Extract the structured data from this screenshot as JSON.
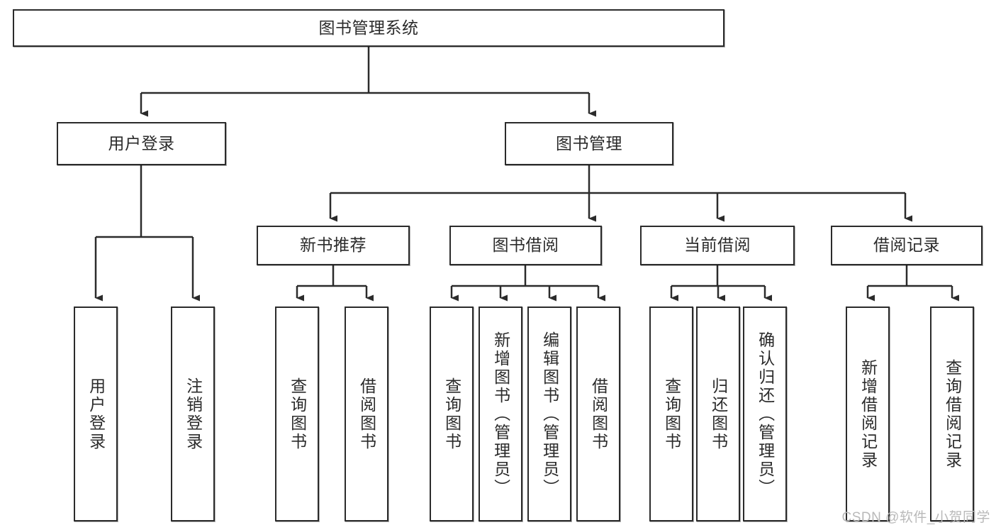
{
  "diagram": {
    "type": "tree-hierarchy",
    "title": "图书管理系统",
    "watermark": "CSDN @软件_小贺同学",
    "colors": {
      "box_border": "#2b2b2b",
      "box_fill": "#ffffff",
      "text": "#2b2b2b",
      "edge": "#2b2b2b",
      "watermark": "#b9b9b9",
      "background": "#ffffff"
    },
    "nodes": {
      "root": {
        "label": "图书管理系统",
        "level": 1,
        "orientation": "horizontal"
      },
      "l2": [
        {
          "id": "user-login",
          "label": "用户登录",
          "level": 2,
          "orientation": "horizontal"
        },
        {
          "id": "book-manage",
          "label": "图书管理",
          "level": 2,
          "orientation": "horizontal"
        }
      ],
      "l3": [
        {
          "id": "new-book-rec",
          "label": "新书推荐",
          "level": 3,
          "orientation": "horizontal",
          "parent": "book-manage"
        },
        {
          "id": "book-borrow",
          "label": "图书借阅",
          "level": 3,
          "orientation": "horizontal",
          "parent": "book-manage"
        },
        {
          "id": "current-borrow",
          "label": "当前借阅",
          "level": 3,
          "orientation": "horizontal",
          "parent": "book-manage"
        },
        {
          "id": "borrow-record",
          "label": "借阅记录",
          "level": 3,
          "orientation": "horizontal",
          "parent": "book-manage"
        }
      ],
      "leaves": [
        {
          "id": "leaf-user-login",
          "label": "用户登录",
          "parent": "user-login",
          "orientation": "vertical"
        },
        {
          "id": "leaf-logout",
          "label": "注销登录",
          "parent": "user-login",
          "orientation": "vertical"
        },
        {
          "id": "leaf-query-book-1",
          "label": "查询图书",
          "parent": "new-book-rec",
          "orientation": "vertical"
        },
        {
          "id": "leaf-borrow-book-1",
          "label": "借阅图书",
          "parent": "new-book-rec",
          "orientation": "vertical"
        },
        {
          "id": "leaf-query-book-2",
          "label": "查询图书",
          "parent": "book-borrow",
          "orientation": "vertical"
        },
        {
          "id": "leaf-add-book",
          "label": "新增图书（管理员）",
          "parent": "book-borrow",
          "orientation": "vertical"
        },
        {
          "id": "leaf-edit-book",
          "label": "编辑图书（管理员）",
          "parent": "book-borrow",
          "orientation": "vertical"
        },
        {
          "id": "leaf-borrow-book-2",
          "label": "借阅图书",
          "parent": "book-borrow",
          "orientation": "vertical"
        },
        {
          "id": "leaf-query-book-3",
          "label": "查询图书",
          "parent": "current-borrow",
          "orientation": "vertical"
        },
        {
          "id": "leaf-return-book",
          "label": "归还图书",
          "parent": "current-borrow",
          "orientation": "vertical"
        },
        {
          "id": "leaf-confirm-return",
          "label": "确认归还（管理员）",
          "parent": "current-borrow",
          "orientation": "vertical"
        },
        {
          "id": "leaf-add-record",
          "label": "新增借阅记录",
          "parent": "borrow-record",
          "orientation": "vertical"
        },
        {
          "id": "leaf-query-record",
          "label": "查询借阅记录",
          "parent": "borrow-record",
          "orientation": "vertical"
        }
      ]
    }
  }
}
